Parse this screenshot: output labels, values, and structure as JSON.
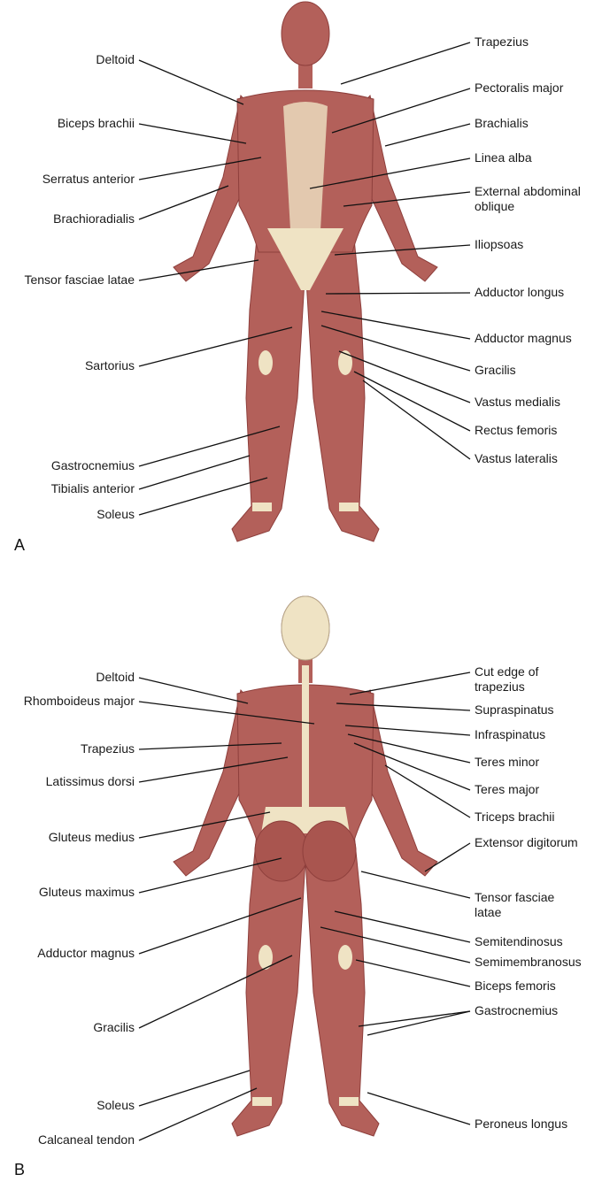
{
  "colors": {
    "muscle": "#b3605a",
    "muscle_dark": "#8e3f3c",
    "tendon": "#efe3c4",
    "line": "#111111"
  },
  "figure_a": {
    "panel_label": "A",
    "left_labels": [
      "Deltoid",
      "Biceps brachii",
      "Serratus anterior",
      "Brachioradialis",
      "Tensor fasciae latae",
      "Sartorius",
      "Gastrocnemius",
      "Tibialis anterior",
      "Soleus"
    ],
    "right_labels": [
      "Trapezius",
      "Pectoralis major",
      "Brachialis",
      "Linea alba",
      "External abdominal\noblique",
      "Iliopsoas",
      "Adductor longus",
      "Adductor magnus",
      "Gracilis",
      "Vastus medialis",
      "Rectus femoris",
      "Vastus lateralis"
    ]
  },
  "figure_b": {
    "panel_label": "B",
    "left_labels": [
      "Deltoid",
      "Rhomboideus major",
      "Trapezius",
      "Latissimus dorsi",
      "Gluteus medius",
      "Gluteus maximus",
      "Adductor magnus",
      "Gracilis",
      "Soleus",
      "Calcaneal tendon"
    ],
    "right_labels": [
      "Cut edge of\ntrapezius",
      "Supraspinatus",
      "Infraspinatus",
      "Teres minor",
      "Teres major",
      "Triceps brachii",
      "Extensor digitorum",
      "Tensor fasciae\nlatae",
      "Semitendinosus",
      "Semimembranosus",
      "Biceps femoris",
      "Gastrocnemius",
      "Peroneus longus"
    ]
  }
}
